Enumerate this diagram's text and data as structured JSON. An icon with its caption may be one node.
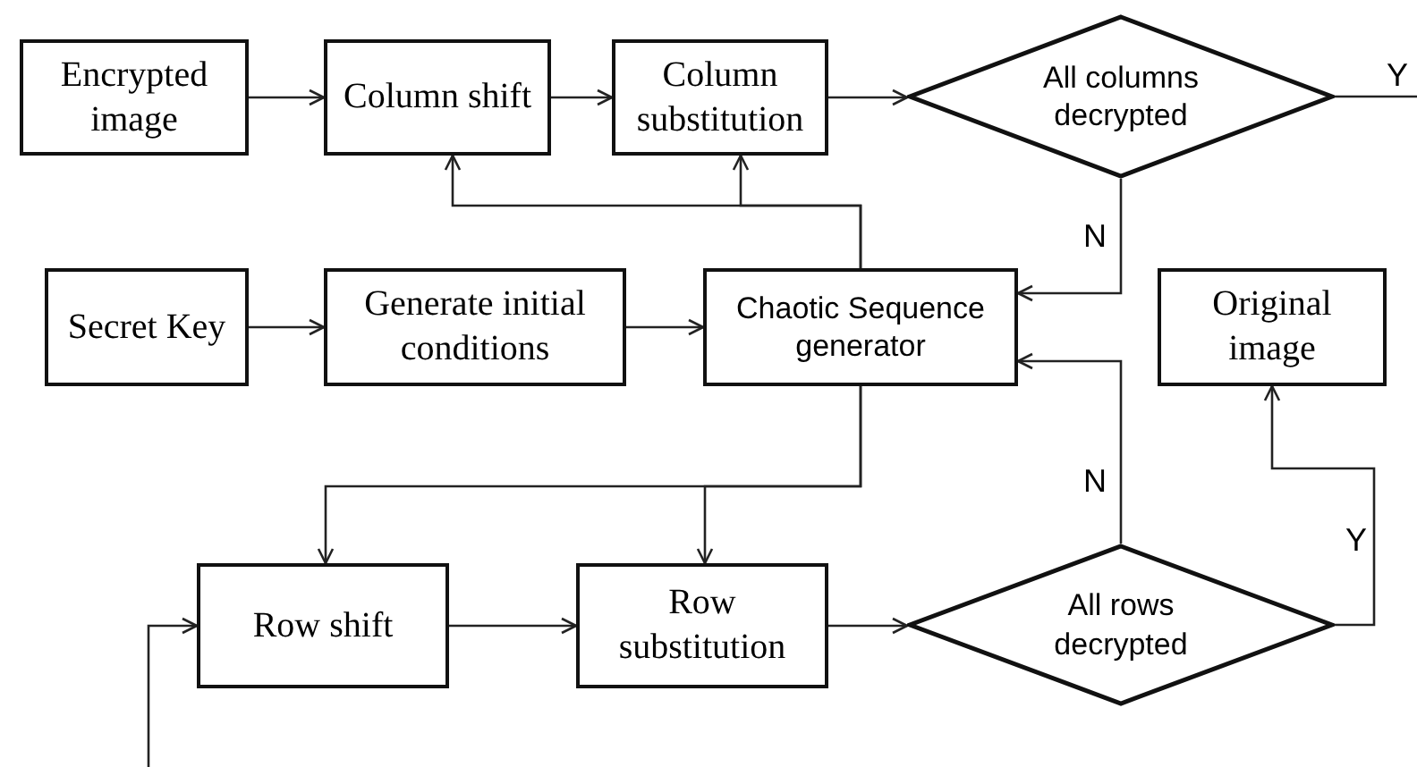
{
  "diagram": {
    "nodes": [
      {
        "text": [
          "Encrypted image"
        ]
      },
      {
        "text": [
          "Column shift"
        ]
      },
      {
        "text": [
          "Column substitution"
        ]
      },
      {
        "text": [
          "All columns decrypted"
        ]
      },
      {
        "text": [
          "Secret Key"
        ]
      },
      {
        "text": [
          "Generate initial conditions"
        ]
      },
      {
        "text": [
          "Chaotic Sequence generator"
        ]
      },
      {
        "text": [
          "Original image"
        ]
      },
      {
        "text": [
          "Row shift"
        ]
      },
      {
        "text": [
          "Row substitution"
        ]
      },
      {
        "text": [
          "All rows decrypted"
        ]
      }
    ],
    "edges": [
      {
        "from": 0,
        "to": 1,
        "arrow": "to"
      },
      {
        "from": 1,
        "to": 2,
        "arrow": "to"
      },
      {
        "from": 2,
        "to": 3,
        "arrow": "to"
      },
      {
        "from": 3,
        "to": null,
        "arrow": "none",
        "label": "Y"
      },
      {
        "from": 3,
        "to": 6,
        "arrow": "to",
        "label": "N"
      },
      {
        "from": 6,
        "to": 1,
        "arrow": "to"
      },
      {
        "from": 6,
        "to": 2,
        "arrow": "to"
      },
      {
        "from": 4,
        "to": 5,
        "arrow": "to"
      },
      {
        "from": 5,
        "to": 6,
        "arrow": "to"
      },
      {
        "from": 6,
        "to": 8,
        "arrow": "to"
      },
      {
        "from": 6,
        "to": 9,
        "arrow": "to"
      },
      {
        "from": 8,
        "to": 9,
        "arrow": "to"
      },
      {
        "from": 9,
        "to": 10,
        "arrow": "to"
      },
      {
        "from": 10,
        "to": 6,
        "arrow": "to",
        "label": "N"
      },
      {
        "from": 10,
        "to": 7,
        "arrow": "to",
        "label": "Y"
      },
      {
        "from": null,
        "to": 8,
        "arrow": "to"
      }
    ]
  }
}
